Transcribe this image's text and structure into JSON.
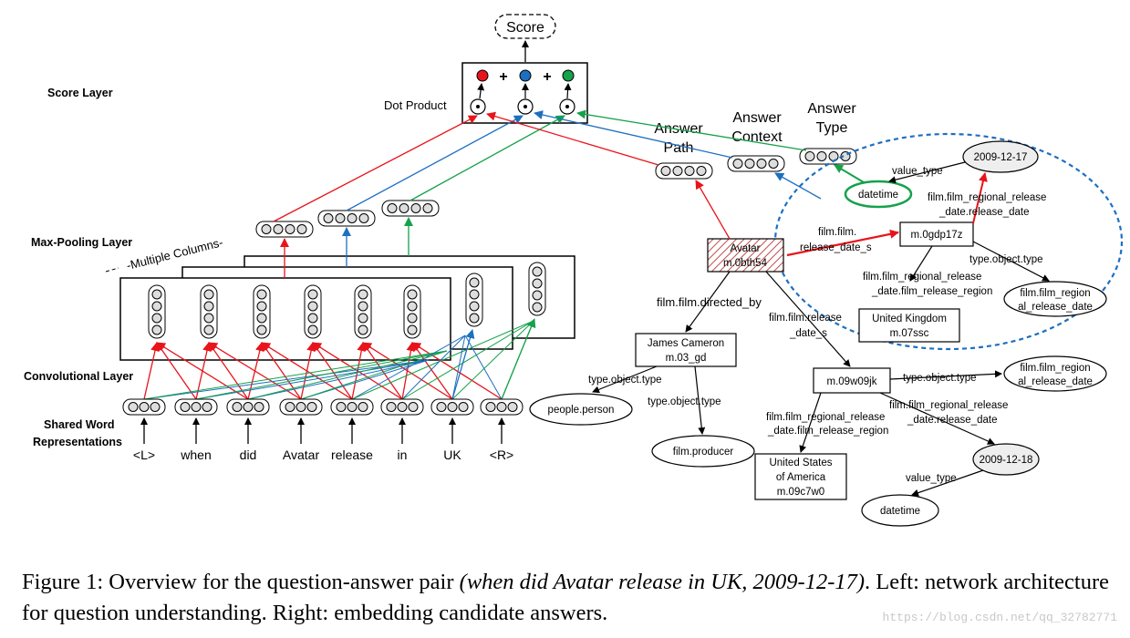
{
  "layers": {
    "score": "Score Layer",
    "max_pooling": "Max-Pooling Layer",
    "convolutional": "Convolutional Layer",
    "shared_word_1": "Shared Word",
    "shared_word_2": "Representations"
  },
  "score_label": "Score",
  "dot_product": "Dot Product",
  "multiple_columns": "-Multiple Columns-",
  "plus": "+",
  "words": [
    "<L>",
    "when",
    "did",
    "Avatar",
    "release",
    "in",
    "UK",
    "<R>"
  ],
  "answer_labels": {
    "path_1": "Answer",
    "path_2": "Path",
    "context_1": "Answer",
    "context_2": "Context",
    "type_1": "Answer",
    "type_2": "Type"
  },
  "kg": {
    "avatar_1": "Avatar",
    "avatar_2": "m.0bth54",
    "gdp": "m.0gdp17z",
    "uk_1": "United Kingdom",
    "uk_2": "m.07ssc",
    "cameron_1": "James Cameron",
    "cameron_2": "m.03_gd",
    "w09": "m.09w09jk",
    "usa_1": "United States",
    "usa_2": "of America",
    "usa_3": "m.09c7w0",
    "date1": "2009-12-17",
    "date2": "2009-12-18",
    "datetime": "datetime",
    "people_person": "people.person",
    "film_producer": "film.producer",
    "regional_1": "film.film_region",
    "regional_2": "al_release_date",
    "e_value_type": "value_type",
    "e_release_date_1": "film.film_regional_release",
    "e_release_date_2": "_date.release_date",
    "e_release_ds_1": "film.film.",
    "e_release_ds_2": "release_date_s",
    "e_type_object_type": "type.object.type",
    "e_release_region_1": "film.film_regional_release",
    "e_release_region_2": "_date.film_release_region",
    "e_directed_by": "film.film.directed_by",
    "e_film_release_1": "film.film.release",
    "e_film_release_2": "_date_s"
  },
  "caption": {
    "prefix": "Figure 1:  Overview for the question-answer pair ",
    "italic": "(when did Avatar release in UK, 2009-12-17)",
    "suffix": ".  Left: network architecture for question understanding. Right: embedding candidate answers."
  },
  "watermark": "https://blog.csdn.net/qq_32782771",
  "colors": {
    "red": "#e8141b",
    "blue": "#1d6fc0",
    "green": "#14a24a",
    "dash": "#1d6fc0",
    "hatch": "#c0504d"
  }
}
